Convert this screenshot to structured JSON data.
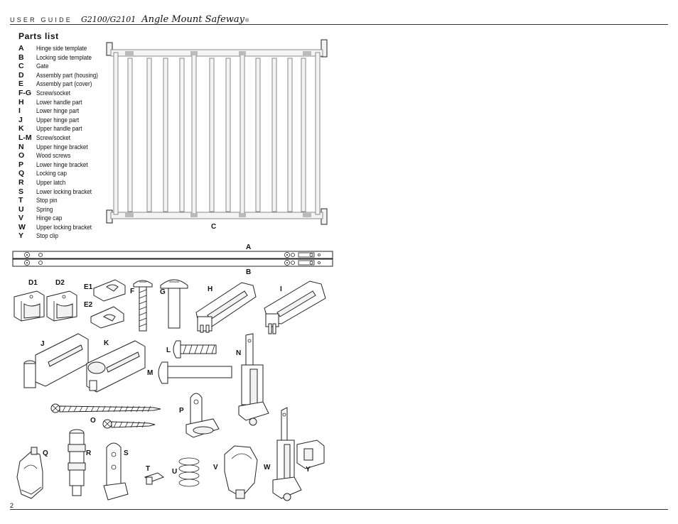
{
  "header": {
    "guide": "USER GUIDE",
    "models": "G2100/G2101",
    "brand": "Angle Mount Safeway",
    "reg": "®"
  },
  "page_number": "2",
  "parts_list": {
    "title": "Parts list",
    "items": [
      {
        "key": "A",
        "label": "Hinge side template"
      },
      {
        "key": "B",
        "label": "Locking side template"
      },
      {
        "key": "C",
        "label": "Gate"
      },
      {
        "key": "D",
        "label": "Assembly part (housing)"
      },
      {
        "key": "E",
        "label": "Assembly part (cover)"
      },
      {
        "key": "F-G",
        "label": "Screw/socket"
      },
      {
        "key": "H",
        "label": "Lower handle part"
      },
      {
        "key": "I",
        "label": "Lower hinge part"
      },
      {
        "key": "J",
        "label": "Upper hinge part"
      },
      {
        "key": "K",
        "label": "Upper handle part"
      },
      {
        "key": "L-M",
        "label": "Screw/socket"
      },
      {
        "key": "N",
        "label": "Upper hinge bracket"
      },
      {
        "key": "O",
        "label": "Wood screws"
      },
      {
        "key": "P",
        "label": "Lower hinge bracket"
      },
      {
        "key": "Q",
        "label": "Locking cap"
      },
      {
        "key": "R",
        "label": "Upper latch"
      },
      {
        "key": "S",
        "label": "Lower locking bracket"
      },
      {
        "key": "T",
        "label": "Stop pin"
      },
      {
        "key": "U",
        "label": "Spring"
      },
      {
        "key": "V",
        "label": "Hinge cap"
      },
      {
        "key": "W",
        "label": "Upper locking bracket"
      },
      {
        "key": "Y",
        "label": "Stop clip"
      }
    ]
  },
  "diagram_labels": {
    "A": "A",
    "B": "B",
    "C": "C",
    "D1": "D1",
    "D2": "D2",
    "E1": "E1",
    "E2": "E2",
    "F": "F",
    "G": "G",
    "H": "H",
    "I": "I",
    "J": "J",
    "K": "K",
    "L": "L",
    "M": "M",
    "N": "N",
    "O": "O",
    "P": "P",
    "Q": "Q",
    "R": "R",
    "S": "S",
    "T": "T",
    "U": "U",
    "V": "V",
    "W": "W",
    "Y": "Y"
  }
}
